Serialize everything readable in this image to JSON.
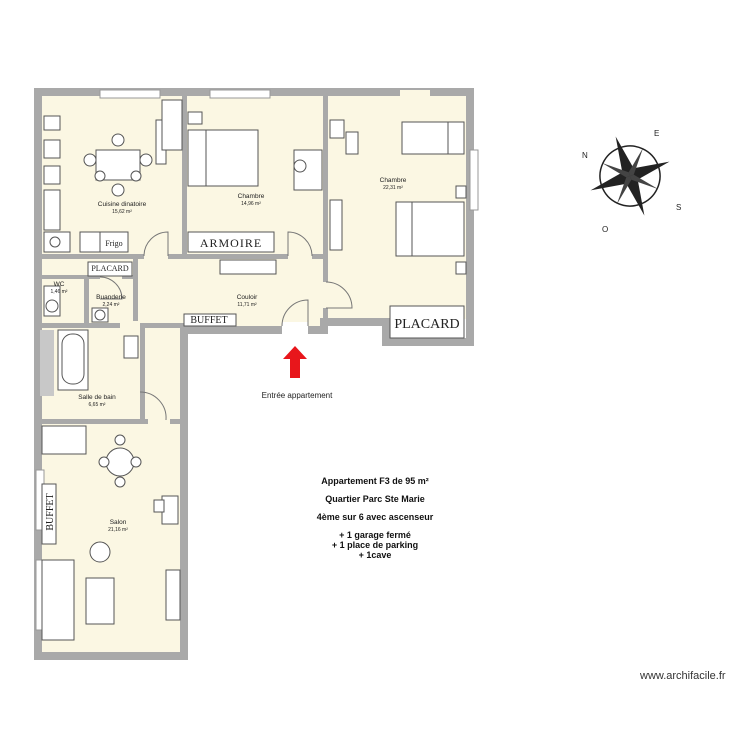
{
  "rooms": {
    "cuisine": {
      "name": "Cuisine dinatoire",
      "area": "15,62 m²"
    },
    "chambre1": {
      "name": "Chambre",
      "area": "14,96 m²"
    },
    "chambre2": {
      "name": "Chambre",
      "area": "22,31 m²"
    },
    "couloir": {
      "name": "Couloir",
      "area": "11,71 m²"
    },
    "wc": {
      "name": "WC",
      "area": "1,46 m²"
    },
    "buanderie": {
      "name": "Buanderie",
      "area": "2,24 m²"
    },
    "sdb": {
      "name": "Salle de bain",
      "area": "6,65 m²"
    },
    "salon": {
      "name": "Salon",
      "area": "21,16 m²"
    }
  },
  "furniture": {
    "armoire": "ARMOIRE",
    "placard_small": "PLACARD",
    "placard_big": "PLACARD",
    "buffet_couloir": "BUFFET",
    "buffet_salon": "BUFFET",
    "frigo": "Frigo"
  },
  "entrance": {
    "label": "Entrée appartement",
    "arrow_color": "#e8161b"
  },
  "info": {
    "title": "Appartement F3 de 95 m²",
    "quartier": "Quartier Parc Ste Marie",
    "etage": "4ème sur 6 avec ascenseur",
    "extras": [
      "+ 1 garage fermé",
      "+ 1 place de parking",
      "+ 1cave"
    ]
  },
  "compass": {
    "letters": [
      "N",
      "E",
      "S",
      "O"
    ]
  },
  "watermark": "www.archifacile.fr",
  "colors": {
    "wall": "#a9a9a9",
    "floor": "#fbf7e3",
    "furniture": "#555555"
  }
}
